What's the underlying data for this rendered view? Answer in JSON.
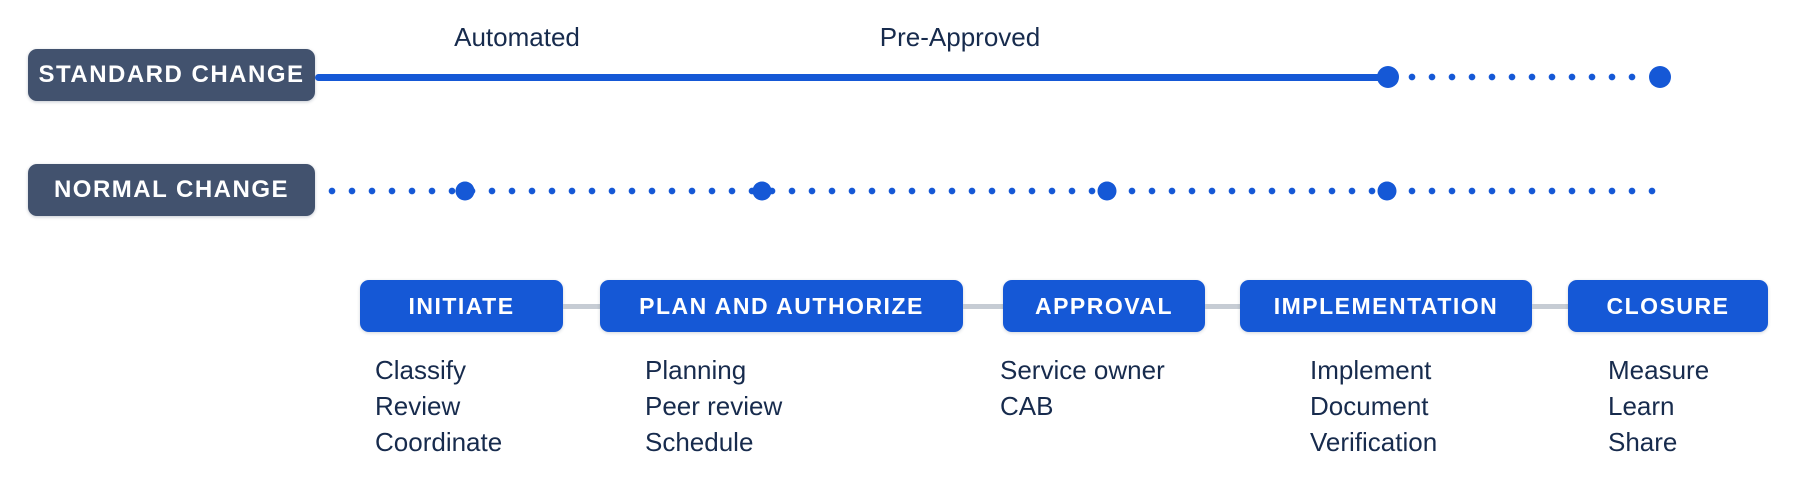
{
  "lanes": {
    "standard": {
      "label": "STANDARD CHANGE",
      "annotations": [
        "Automated",
        "Pre-Approved"
      ]
    },
    "normal": {
      "label": "NORMAL CHANGE"
    }
  },
  "stages": [
    {
      "label": "INITIATE",
      "items": [
        "Classify",
        "Review",
        "Coordinate"
      ]
    },
    {
      "label": "PLAN AND AUTHORIZE",
      "items": [
        "Planning",
        "Peer review",
        "Schedule"
      ]
    },
    {
      "label": "APPROVAL",
      "items": [
        "Service owner",
        "CAB"
      ]
    },
    {
      "label": "IMPLEMENTATION",
      "items": [
        "Implement",
        "Document",
        "Verification"
      ]
    },
    {
      "label": "CLOSURE",
      "items": [
        "Measure",
        "Learn",
        "Share"
      ]
    }
  ],
  "colors": {
    "accent_blue": "#1558d6",
    "badge_slate": "#42526E",
    "text_navy": "#172B4D",
    "connector_gray": "#C6CCD4"
  }
}
